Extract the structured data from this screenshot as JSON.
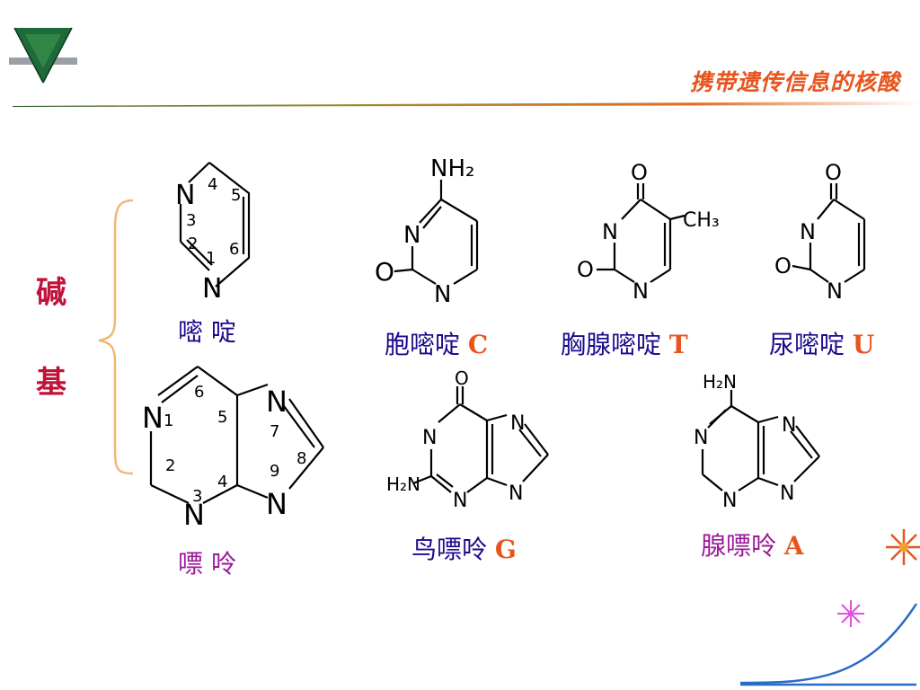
{
  "slide": {
    "title": "携带遗传信息的核酸"
  },
  "bracket": {
    "char_1": "碱",
    "char_2": "基"
  },
  "pyrimidine": {
    "name": "嘧 啶",
    "atoms": {
      "n3": "N",
      "n1": "N"
    },
    "numbers": {
      "p4": "4",
      "p3": "3",
      "p5": "5",
      "p2": "2",
      "p6": "6",
      "p1": "1"
    }
  },
  "purine": {
    "name": "嘌  呤",
    "atoms": {
      "n1": "N",
      "n3": "N",
      "n7": "N",
      "n9": "N"
    },
    "numbers": {
      "p1": "1",
      "p2": "2",
      "p3": "3",
      "p4": "4",
      "p5": "5",
      "p6": "6",
      "p7": "7",
      "p8": "8",
      "p9": "9"
    }
  },
  "cytosine": {
    "name": "胞嘧啶",
    "letter": "C",
    "labels": {
      "nh2": "NH₂",
      "n_top": "N",
      "n_bottom": "N",
      "o": "O"
    }
  },
  "thymine": {
    "name": "胸腺嘧啶",
    "letter": "T",
    "labels": {
      "o_top": "O",
      "ch3": "CH₃",
      "n_top": "N",
      "n_bottom": "N",
      "o_left": "O"
    }
  },
  "uracil": {
    "name": "尿嘧啶",
    "letter": "U",
    "labels": {
      "o_top": "O",
      "n_top": "N",
      "n_bottom": "N",
      "o_left": "O"
    }
  },
  "guanine": {
    "name": "鸟嘌呤",
    "letter": "G",
    "labels": {
      "o": "O",
      "n1": "N",
      "n3": "N",
      "n7": "N",
      "n9": "N",
      "nh2": "H₂N"
    }
  },
  "adenine": {
    "name": "腺嘌呤",
    "letter": "A",
    "labels": {
      "nh2": "H₂N",
      "n1": "N",
      "n3": "N",
      "n7": "N",
      "n9": "N"
    }
  },
  "colors": {
    "title": "#e8541c",
    "accent_red": "#c0123a",
    "blue_text": "#1a0a8c",
    "purple_text": "#9a1a9a",
    "letter": "#e8541c",
    "bracket": "#f0b878",
    "logo_green": "#1e6a3a"
  },
  "icons": [
    "logo-icon",
    "sparkle-icon",
    "star-icon"
  ]
}
